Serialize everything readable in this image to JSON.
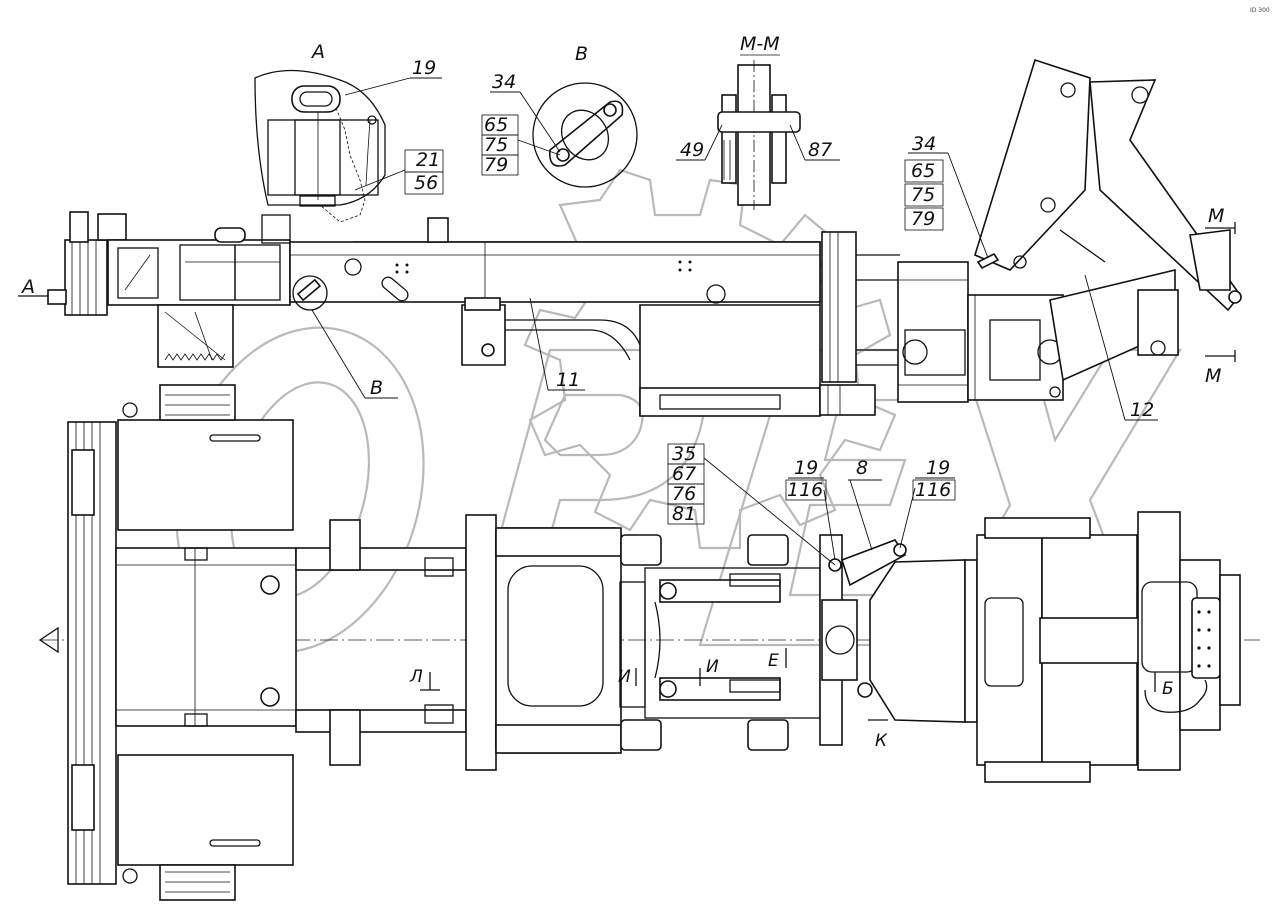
{
  "corner_mark": "ID 300",
  "watermark": "OPEX",
  "view_labels": {
    "view_a": "А",
    "view_b": "В",
    "section_m": "М-М",
    "arrow_a": "А",
    "marker_m": "М",
    "marker_b_callout": "В",
    "section_l": "Л",
    "section_i": "И",
    "section_e": "Е",
    "section_k": "К",
    "view_b_cyr": "Б"
  },
  "callouts": {
    "a_19": "19",
    "a_21": "21",
    "a_56": "56",
    "b_34": "34",
    "b_65": "65",
    "b_75": "75",
    "b_79": "79",
    "mm_49": "49",
    "mm_87": "87",
    "r_34": "34",
    "r_65": "65",
    "r_75": "75",
    "r_79": "79",
    "p_11": "11",
    "p_12": "12",
    "c_35": "35",
    "c_67": "67",
    "c_76": "76",
    "c_81": "81",
    "c_19a": "19",
    "c_116a": "116",
    "c_8": "8",
    "c_19b": "19",
    "c_116b": "116"
  }
}
